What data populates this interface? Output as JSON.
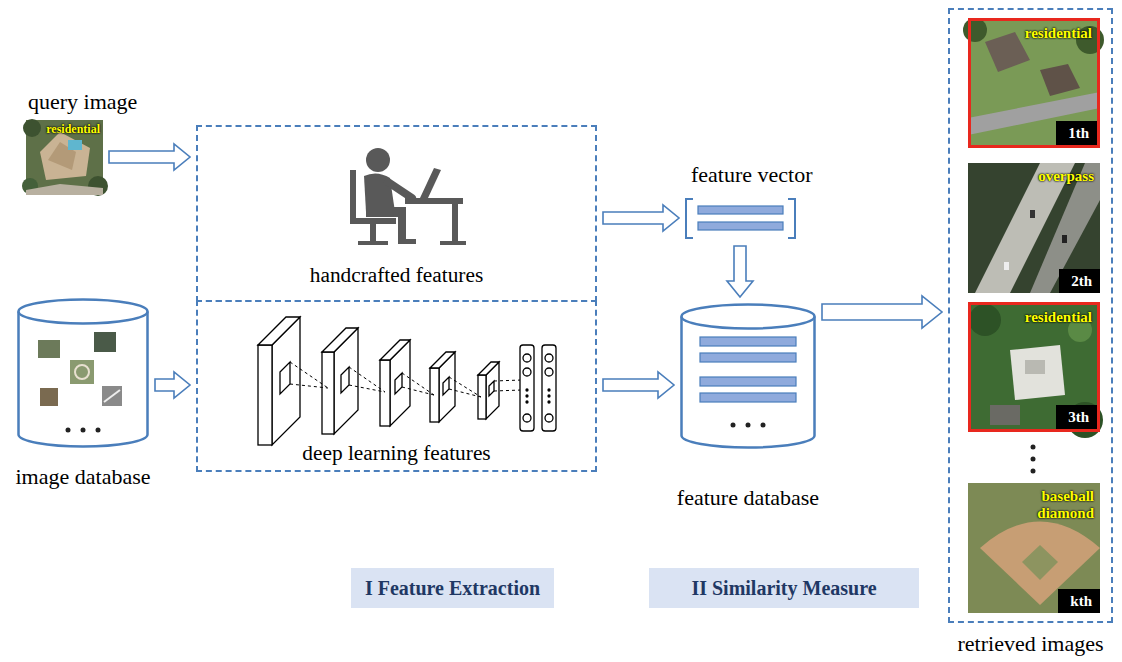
{
  "diagram": {
    "nodes": [
      {
        "text": [
          "query image",
          "residential"
        ]
      },
      {
        "text": [
          "handcrafted features"
        ]
      },
      {
        "text": [
          "deep learning features"
        ]
      },
      {
        "text": [
          "image database"
        ]
      },
      {
        "text": [
          "feature vector"
        ]
      },
      {
        "text": [
          "feature database"
        ]
      },
      {
        "text": [
          "retrieved images"
        ]
      },
      {
        "text": [
          "residential",
          "1th"
        ],
        "in": 6
      },
      {
        "text": [
          "overpass",
          "2th"
        ],
        "in": 6
      },
      {
        "text": [
          "residential",
          "3th"
        ],
        "in": 6
      },
      {
        "text": [
          "baseball diamond",
          "kth"
        ],
        "in": 6
      },
      {
        "text": [
          "I Feature Extraction"
        ]
      },
      {
        "text": [
          "II Similarity Measure"
        ]
      }
    ],
    "edges": [
      {
        "from": 0,
        "to": 1,
        "arrow": "to"
      },
      {
        "from": 3,
        "to": 2,
        "arrow": "to"
      },
      {
        "from": 1,
        "to": 4,
        "arrow": "to"
      },
      {
        "from": 2,
        "to": 5,
        "arrow": "to"
      },
      {
        "from": 4,
        "to": 5,
        "arrow": "to"
      },
      {
        "from": 5,
        "to": 6,
        "arrow": "to"
      }
    ]
  }
}
